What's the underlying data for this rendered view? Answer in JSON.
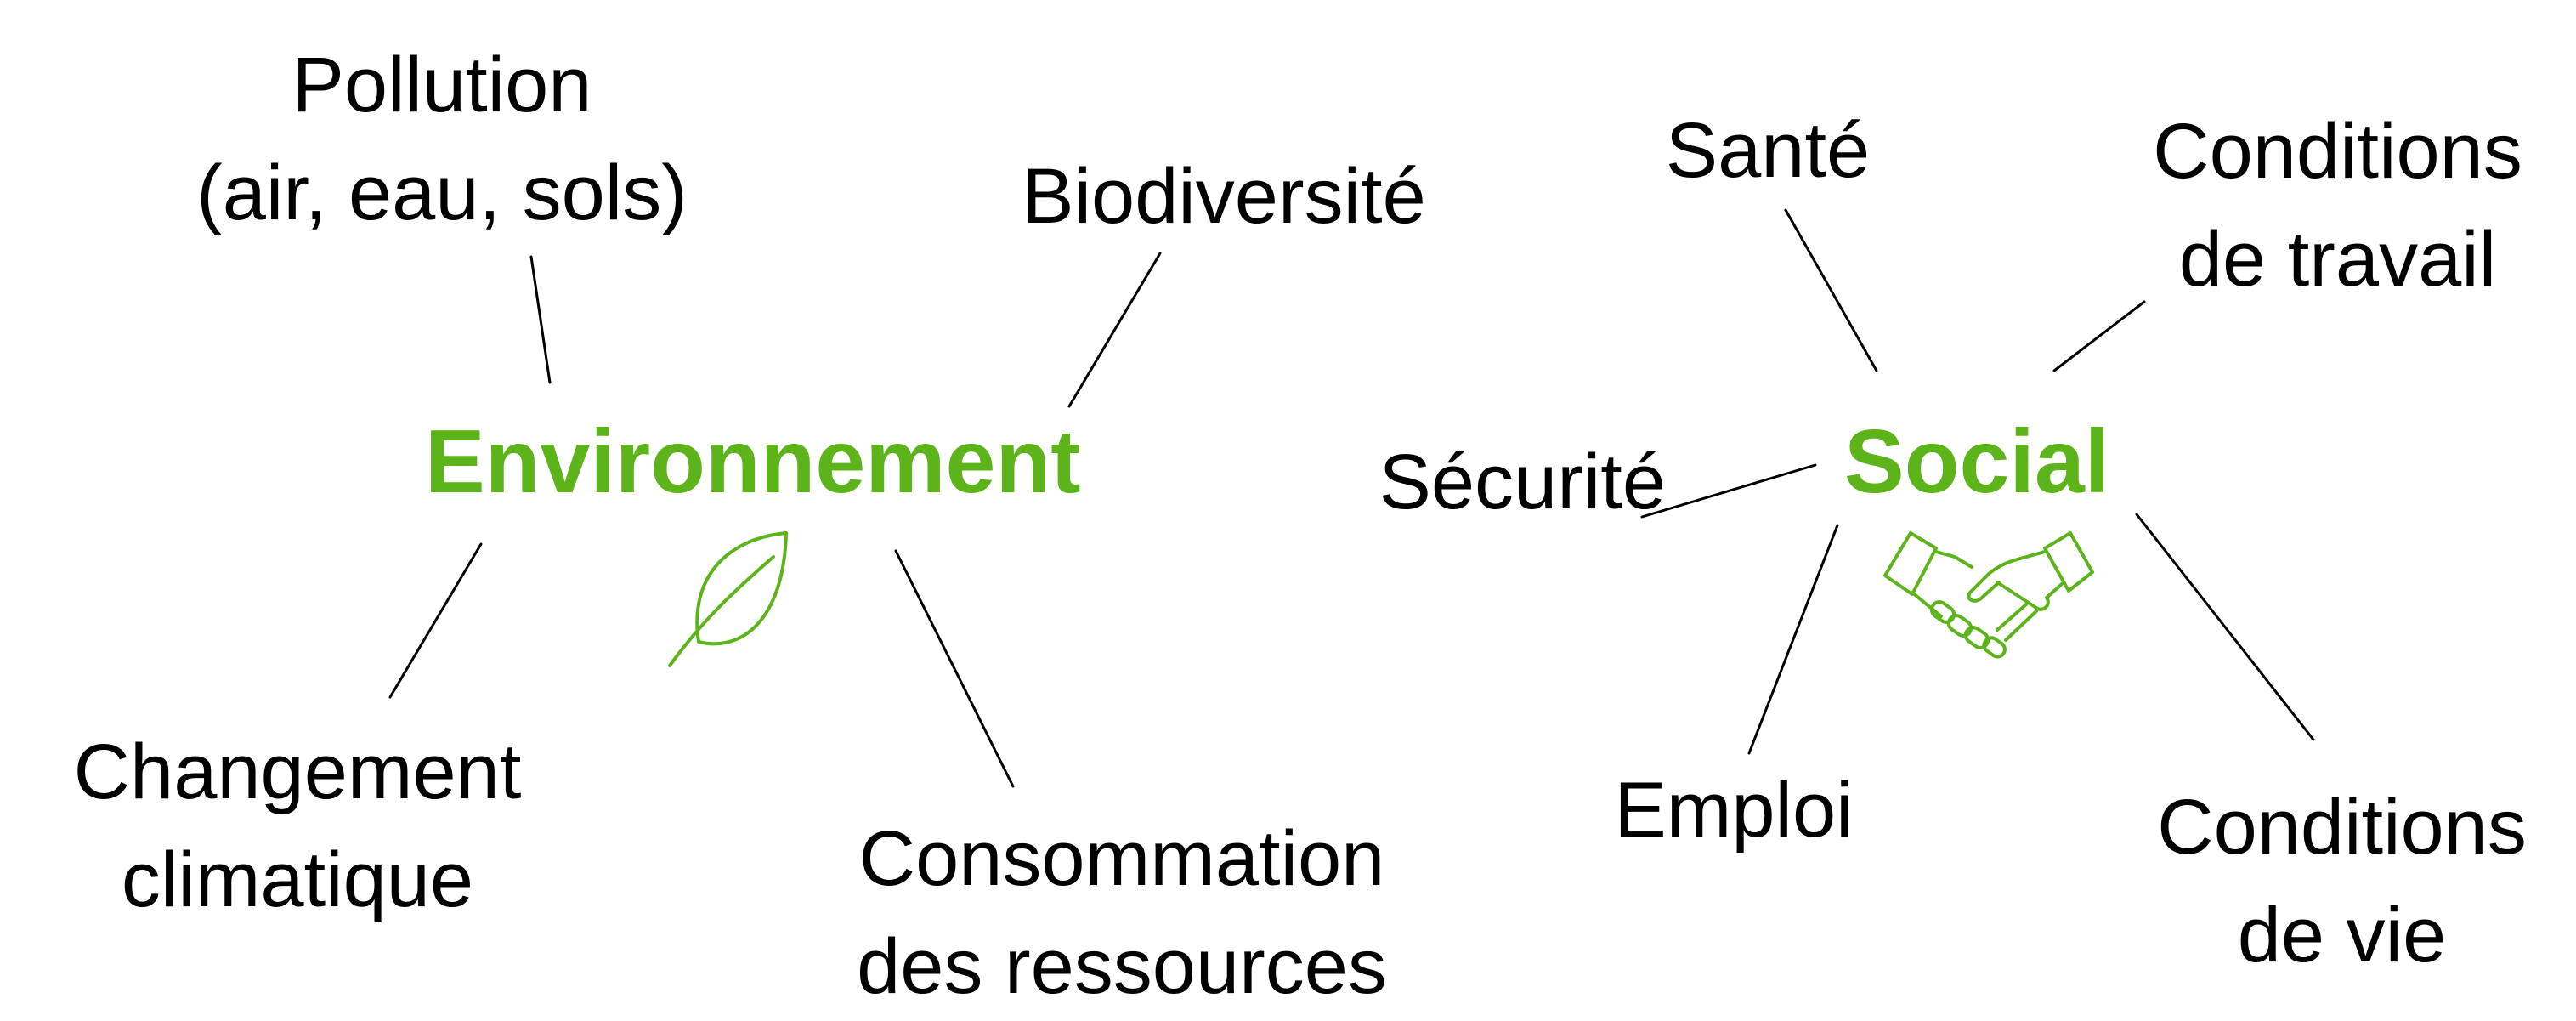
{
  "accent_color": "#5cb31a",
  "line_color": "#000000",
  "environment": {
    "title": "Environnement",
    "icon": "leaf-icon",
    "topics": {
      "pollution": [
        "Pollution",
        "(air, eau, sols)"
      ],
      "biodiversite": [
        "Biodiversité"
      ],
      "climat": [
        "Changement",
        "climatique"
      ],
      "ressources": [
        "Consommation",
        "des ressources"
      ]
    }
  },
  "social": {
    "title": "Social",
    "icon": "handshake-icon",
    "topics": {
      "sante": [
        "Santé"
      ],
      "travail": [
        "Conditions",
        "de travail"
      ],
      "securite": [
        "Sécurité"
      ],
      "emploi": [
        "Emploi"
      ],
      "vie": [
        "Conditions",
        "de vie"
      ]
    }
  }
}
